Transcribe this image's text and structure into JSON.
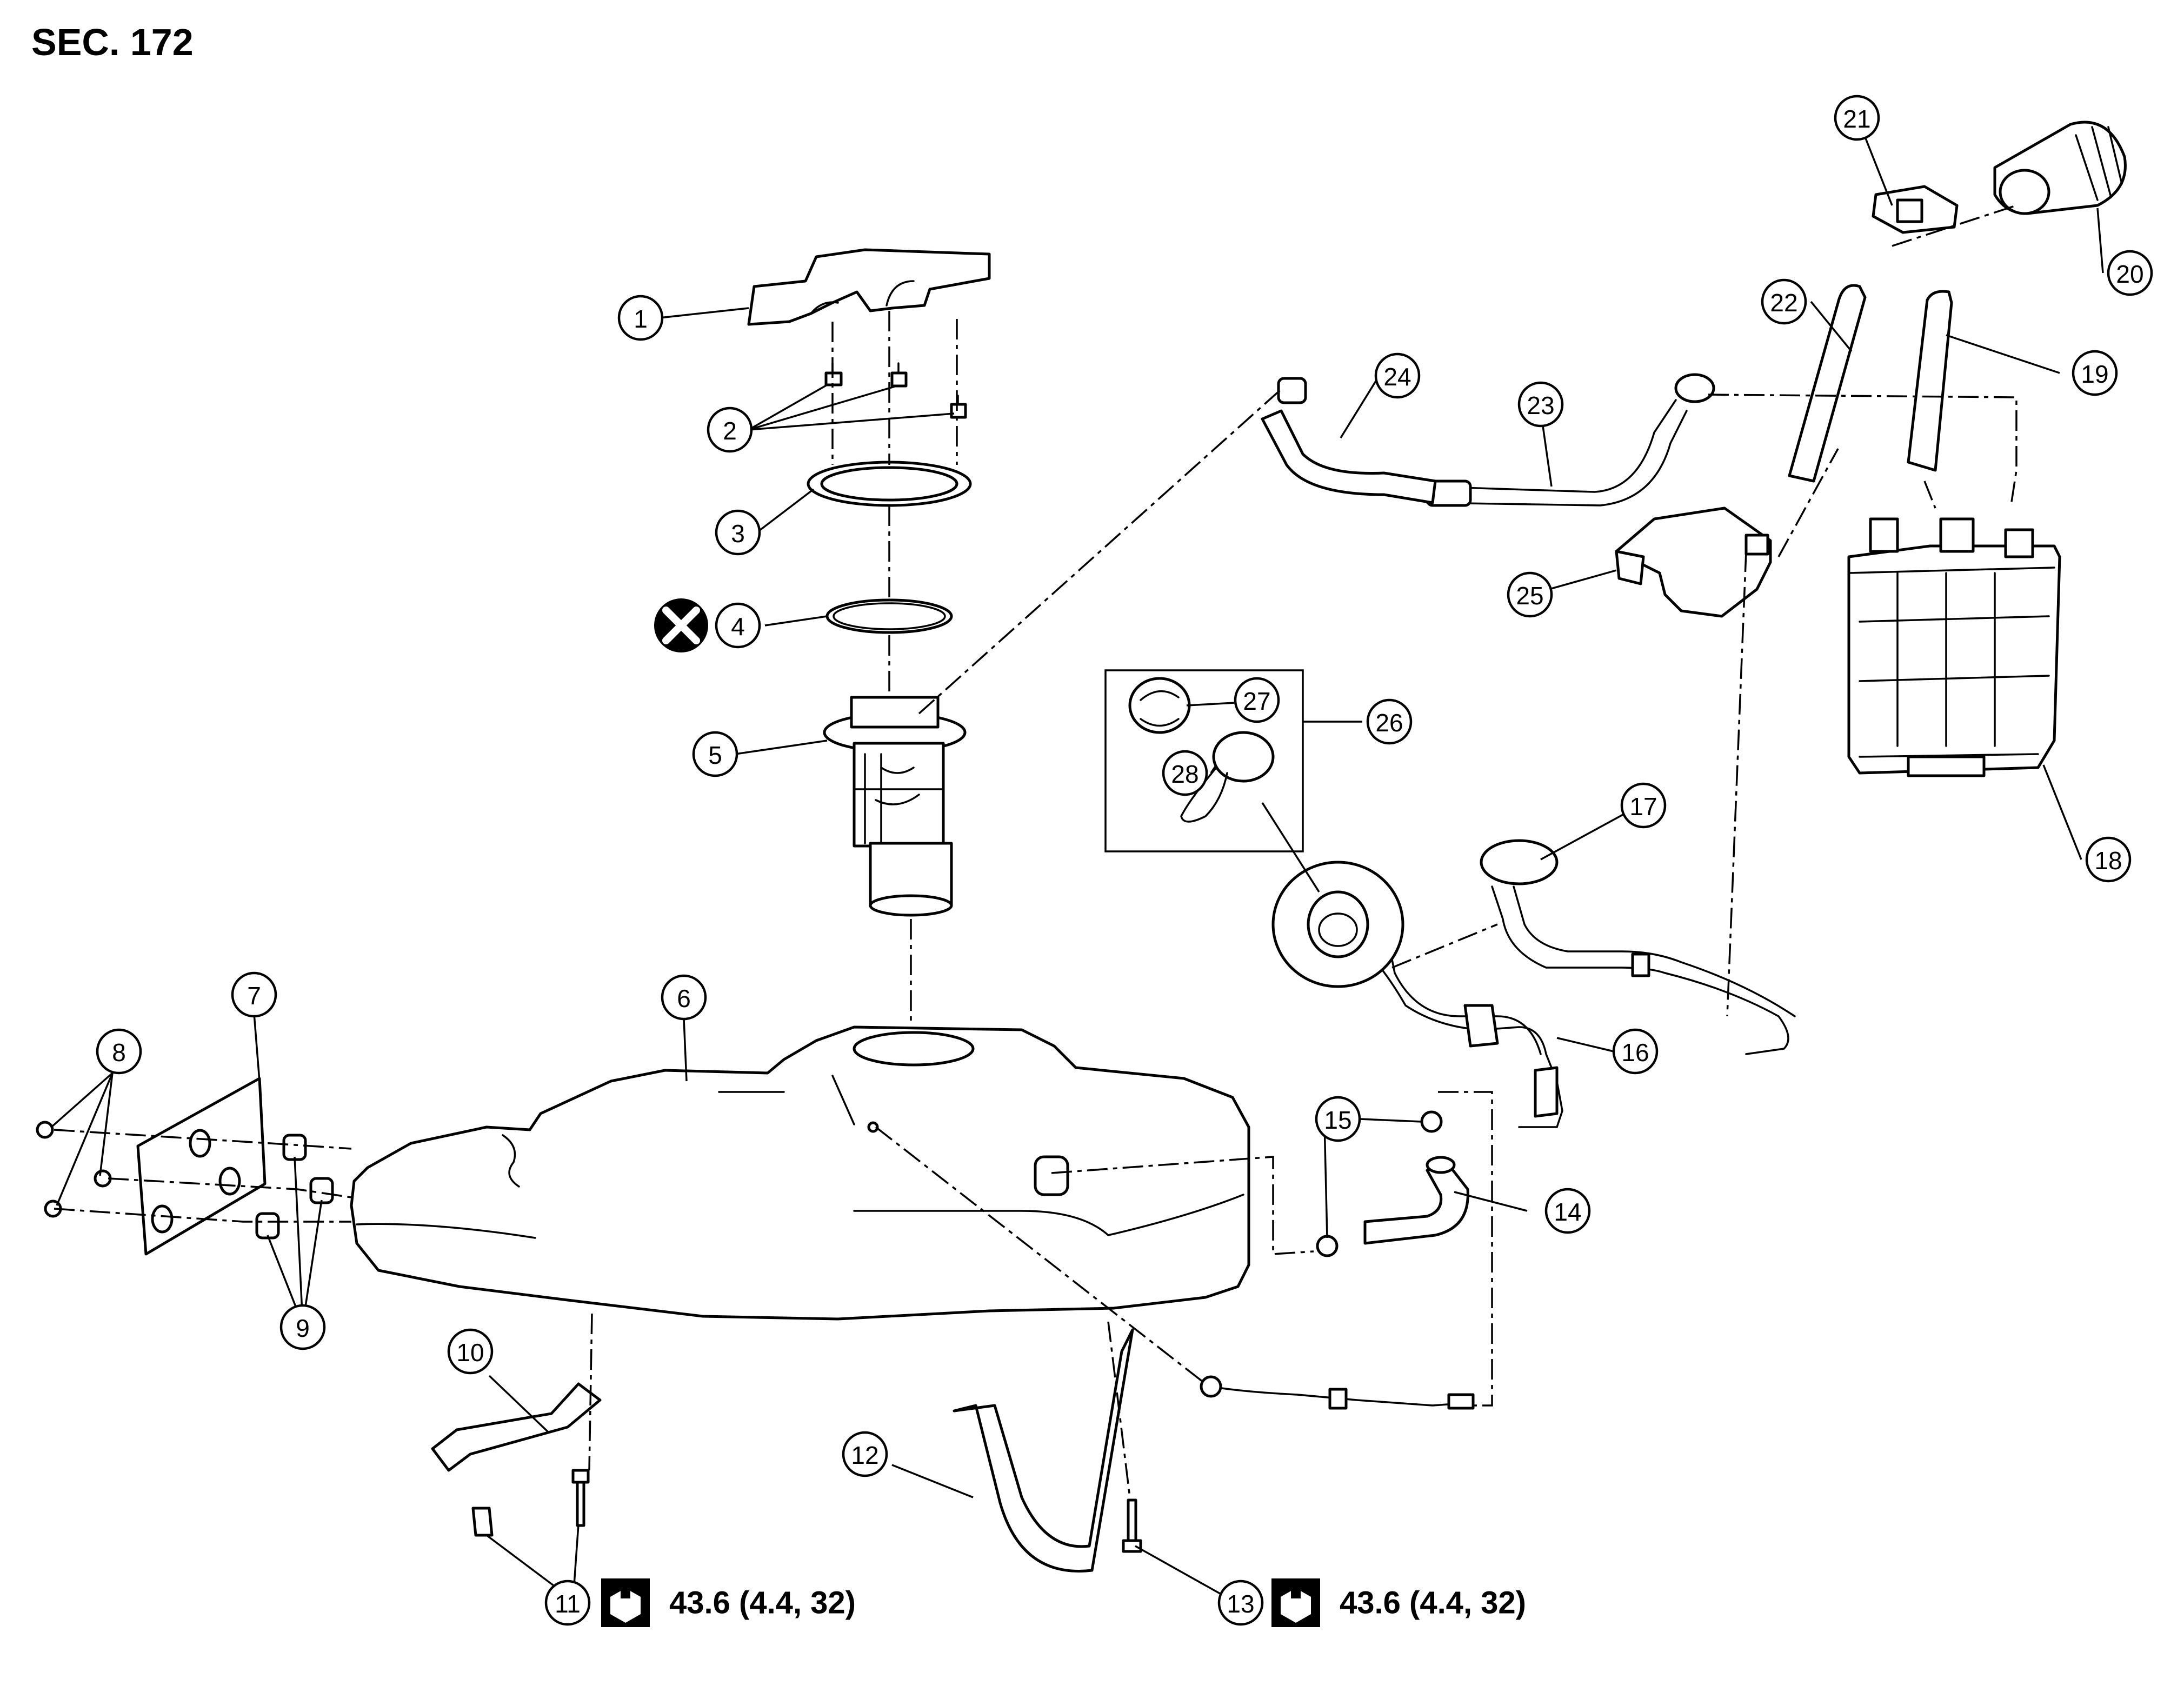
{
  "section_title": "SEC. 172",
  "callouts": [
    "1",
    "2",
    "3",
    "4",
    "5",
    "6",
    "7",
    "8",
    "9",
    "10",
    "11",
    "12",
    "13",
    "14",
    "15",
    "16",
    "17",
    "18",
    "19",
    "20",
    "21",
    "22",
    "23",
    "24",
    "25",
    "26",
    "27",
    "28"
  ],
  "torque_specs": [
    {
      "part": "11",
      "value": "43.6 (4.4, 32)"
    },
    {
      "part": "13",
      "value": "43.6 (4.4, 32)"
    }
  ],
  "symbols": {
    "do_not_reuse": "x-circle-icon",
    "torque": "wrench-icon"
  },
  "colors": {
    "line": "#000000",
    "background": "#ffffff"
  }
}
